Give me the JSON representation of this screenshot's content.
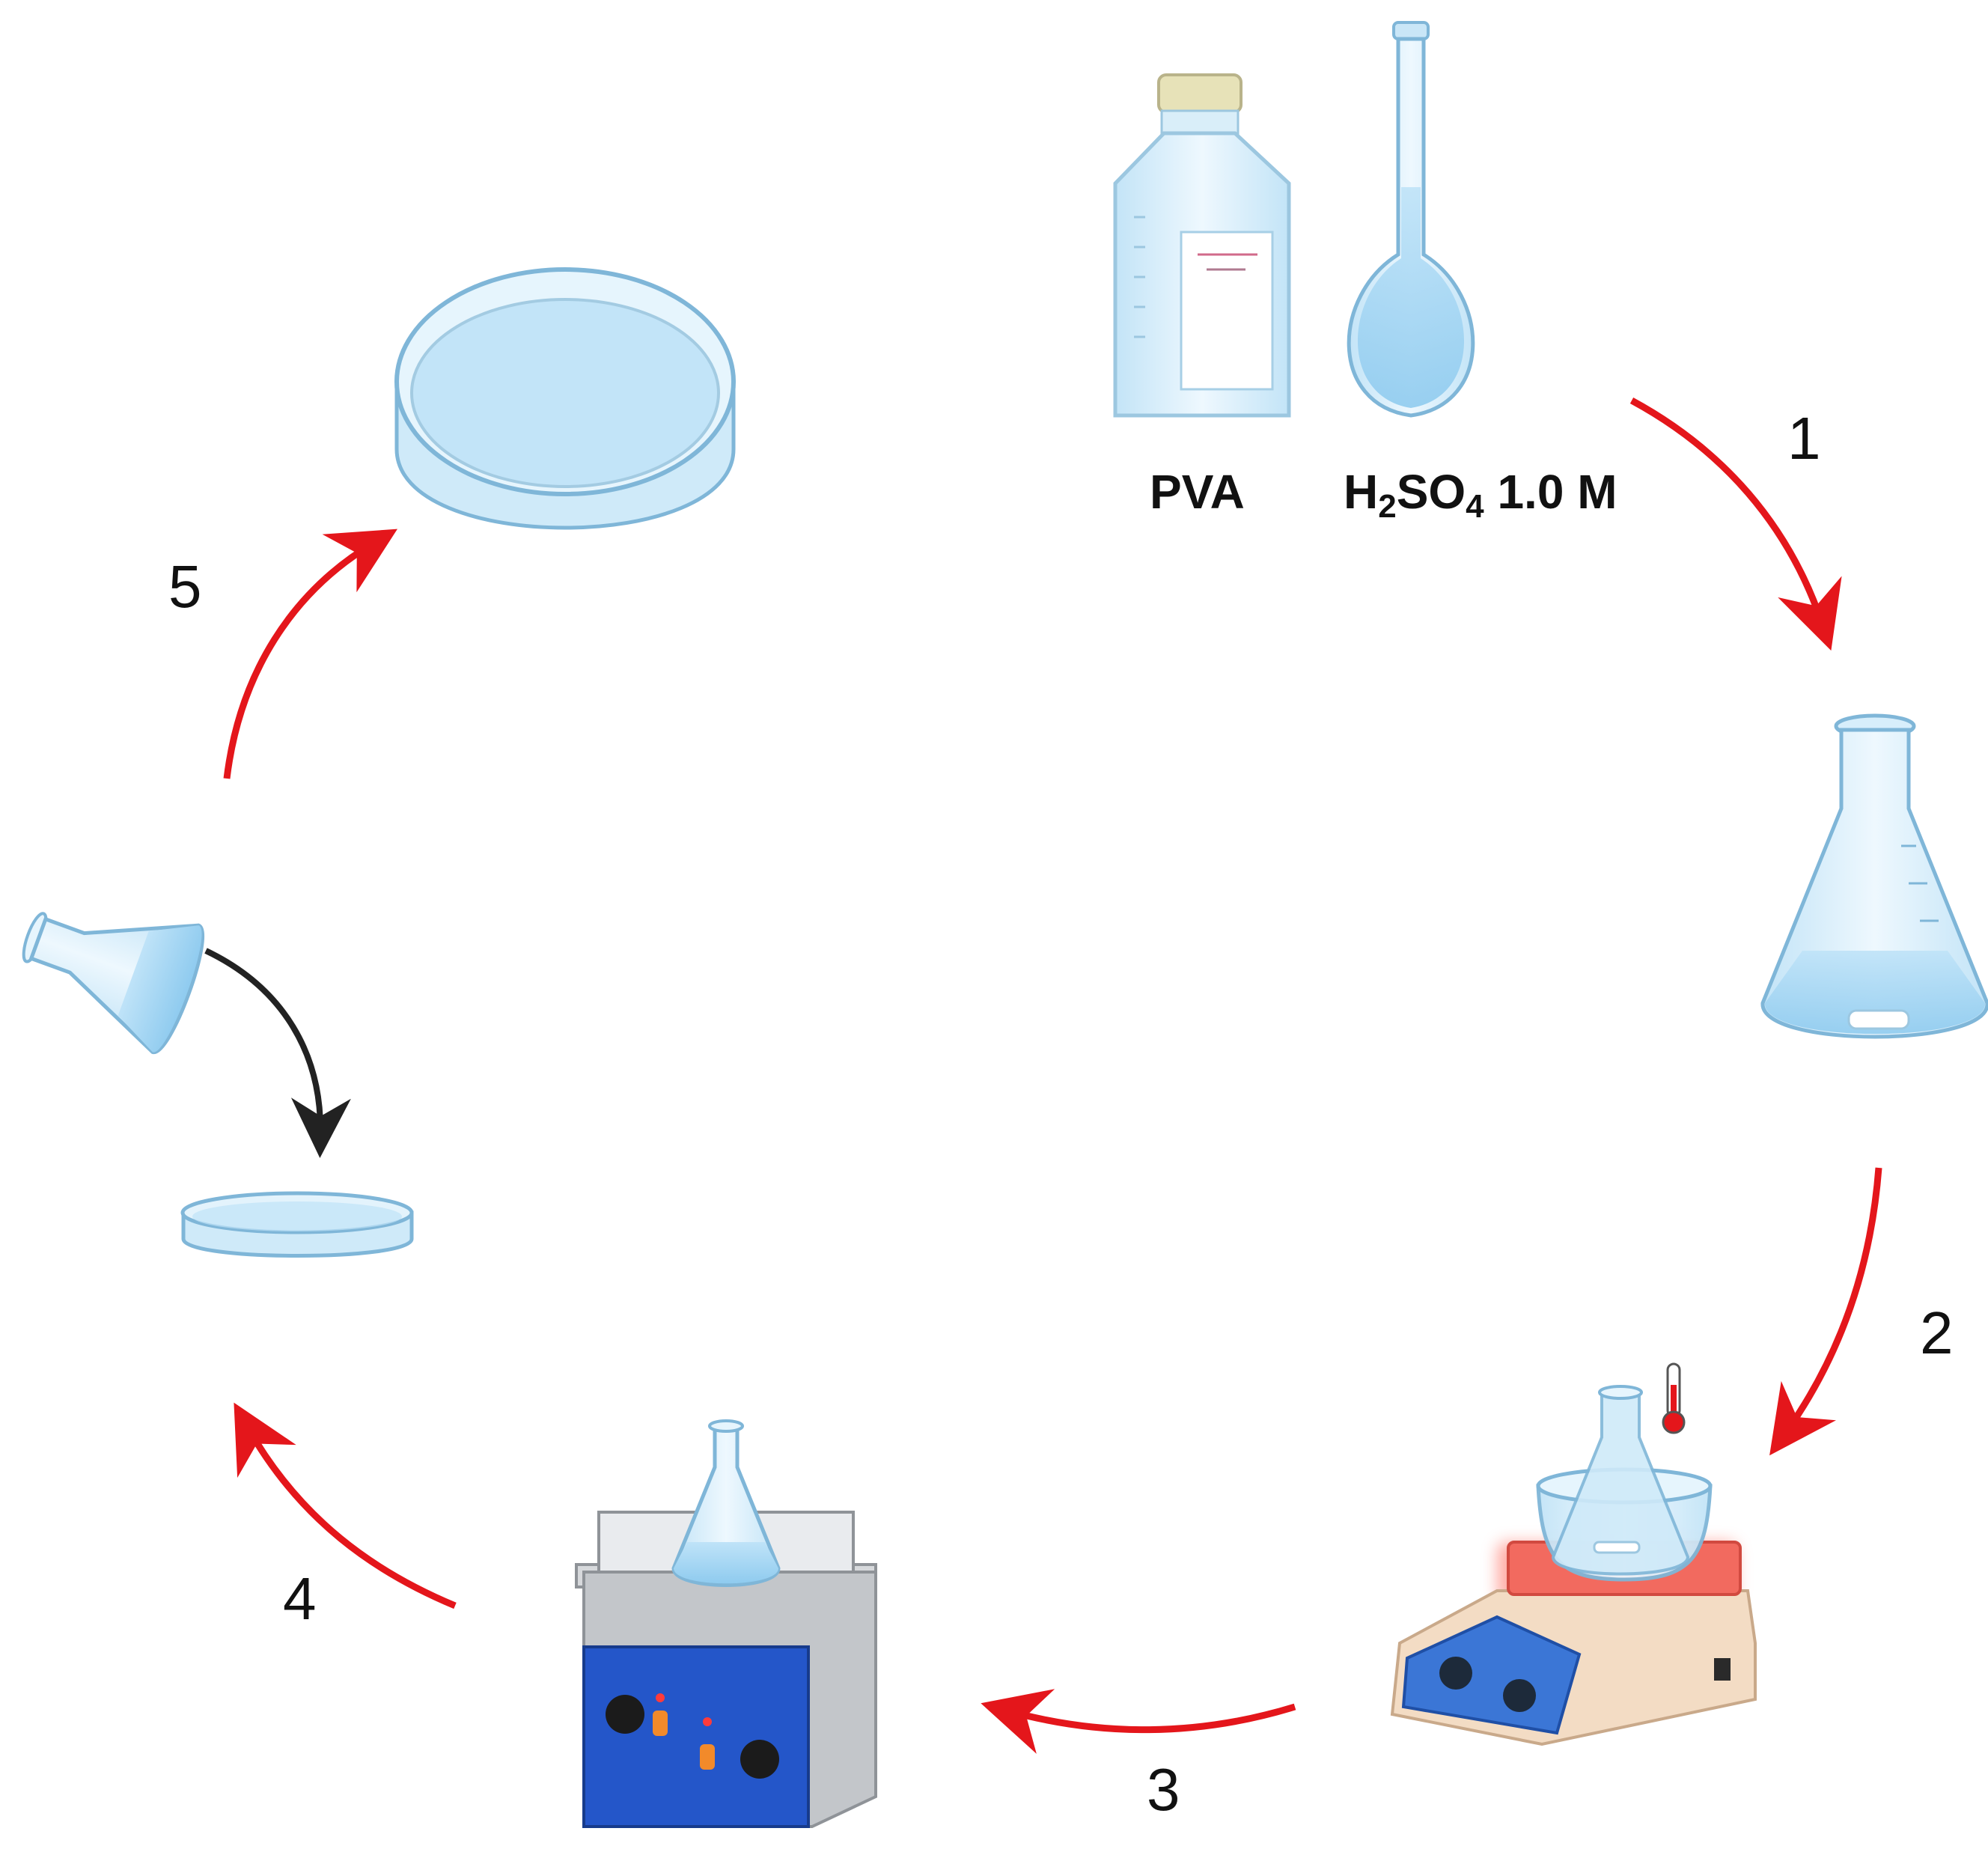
{
  "reagents": {
    "pva_label": "PVA",
    "acid_formula_h": "H",
    "acid_formula_sub1": "2",
    "acid_formula_so": "SO",
    "acid_formula_sub2": "4",
    "acid_concentration": " 1.0 M"
  },
  "steps": [
    {
      "number": "1"
    },
    {
      "number": "2"
    },
    {
      "number": "3"
    },
    {
      "number": "4"
    },
    {
      "number": "5"
    }
  ],
  "colors": {
    "arrow_red": "#e4161b",
    "arrow_black": "#222222",
    "glass_fill": "#d7eefb",
    "liquid_fill": "#a9d8f3",
    "glass_stroke": "#7fb6d8",
    "stirrer_base": "#f3dcc4",
    "stirrer_panel": "#2f6fd1",
    "hotplate": "#f26a5f",
    "sonicator_body": "#bfc3c8",
    "sonicator_panel": "#2456c9"
  }
}
